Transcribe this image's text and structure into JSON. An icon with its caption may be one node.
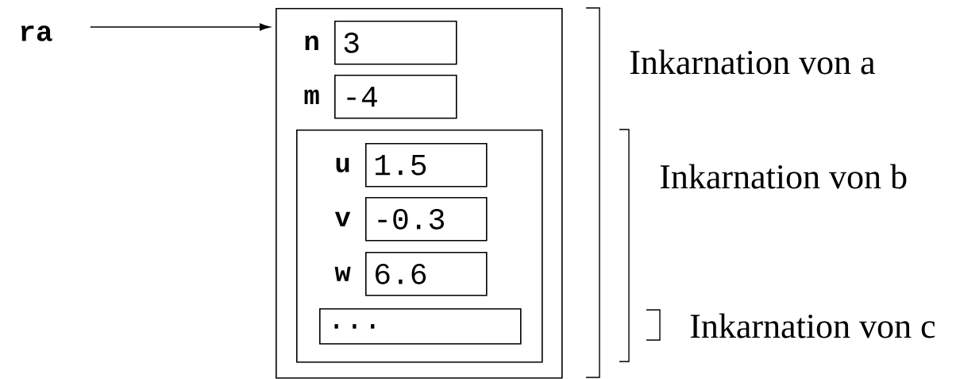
{
  "diagram": {
    "nodes": [
      {
        "text": [
          "ra"
        ]
      },
      {
        "text": [],
        "shape": "box"
      },
      {
        "text": [
          "3"
        ],
        "in": 1,
        "beside": [
          "n"
        ]
      },
      {
        "text": [
          "-4"
        ],
        "in": 1,
        "beside": [
          "m"
        ]
      },
      {
        "text": [],
        "shape": "box",
        "in": 1
      },
      {
        "text": [
          "1.5"
        ],
        "in": 4,
        "beside": [
          "u"
        ]
      },
      {
        "text": [
          "-0.3"
        ],
        "in": 4,
        "beside": [
          "v"
        ]
      },
      {
        "text": [
          "6.6"
        ],
        "in": 4,
        "beside": [
          "w"
        ]
      },
      {
        "text": [
          "..."
        ],
        "in": 4
      }
    ],
    "edges": [
      {
        "from": 0,
        "to": 1,
        "arrow": "to"
      }
    ],
    "labels": [
      "Inkarnation von a",
      "Inkarnation von b",
      "Inkarnation von c"
    ]
  }
}
